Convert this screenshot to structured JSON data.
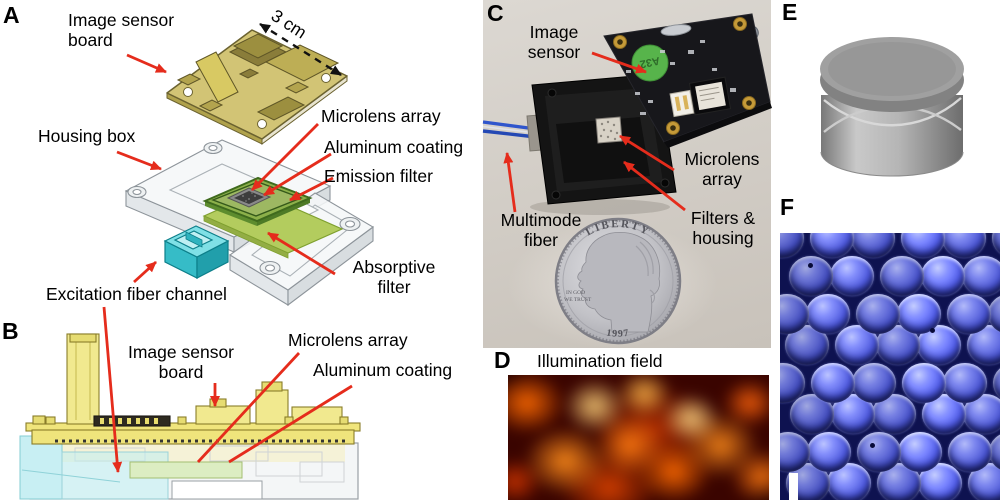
{
  "panels": {
    "a": {
      "label": "A",
      "scale_text": "3 cm",
      "ann_image_sensor_board": "Image sensor board",
      "ann_housing_box": "Housing box",
      "ann_microlens_array": "Microlens array",
      "ann_aluminum_coating": "Aluminum coating",
      "ann_emission_filter": "Emission filter",
      "ann_absorptive_filter": "Absorptive filter",
      "ann_excitation_fiber_channel": "Excitation fiber channel"
    },
    "b": {
      "label": "B",
      "ann_image_sensor_board": "Image sensor board",
      "ann_microlens_array": "Microlens array",
      "ann_aluminum_coating": "Aluminum coating"
    },
    "c": {
      "label": "C",
      "ann_image_sensor": "Image sensor",
      "ann_multimode_fiber": "Multimode fiber",
      "ann_microlens_array": "Microlens array",
      "ann_filters_housing": "Filters & housing",
      "sticker_text": "A32",
      "coin": {
        "top_text": "LIBERTY",
        "motto_line1": "IN GOD",
        "motto_line2": "WE TRUST",
        "year": "1997"
      }
    },
    "d": {
      "label": "D",
      "title": "Illumination field"
    },
    "e": {
      "label": "E"
    },
    "f": {
      "label": "F"
    }
  },
  "colors": {
    "annotation_arrow_red": "#e52c1c",
    "pcb_render_gold": "#cfc06a",
    "emission_filter_green": "#7aa63f",
    "absorptive_filter_green": "#a9c952",
    "fiber_channel_cyan": "#4fd0d8",
    "illumination_field_red": "#ff6a00",
    "microlens_photo_blue": "#4a55d4",
    "fiber_blue": "#2f55cc"
  }
}
